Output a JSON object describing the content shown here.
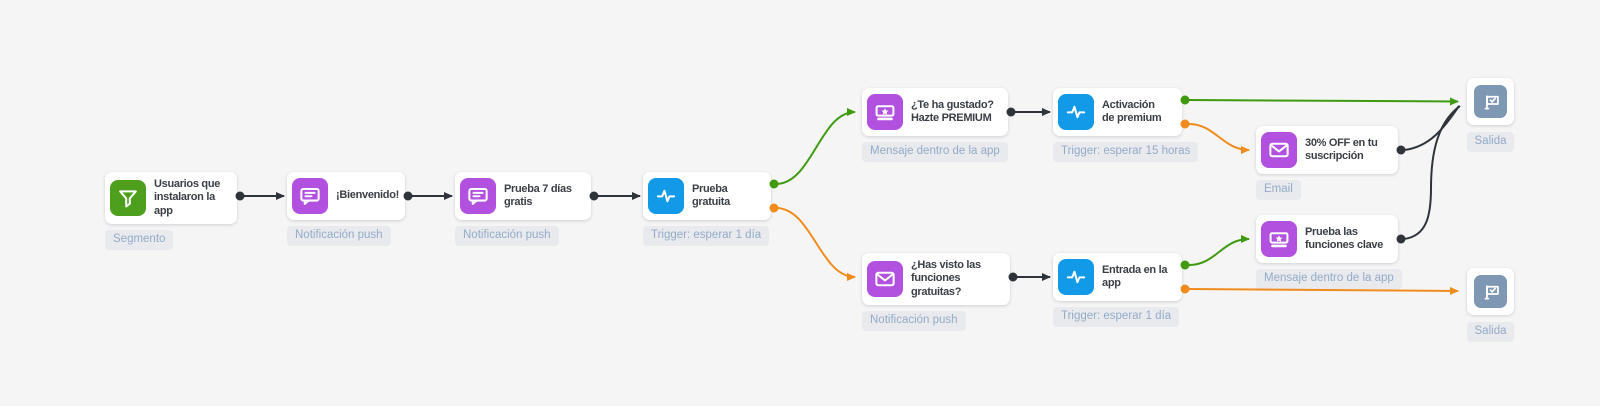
{
  "palette": {
    "page_bg": "#f5f5f6",
    "card_bg": "#ffffff",
    "title_color": "#3a3f45",
    "badge_bg": "#e9eaee",
    "badge_text": "#93abc6",
    "icon_green": "#4d9f1d",
    "icon_purple": "#b250e0",
    "icon_blue": "#129ae9",
    "icon_slate": "#7e97b2",
    "connector_dark": "#2f343a",
    "connector_green": "#3f9a11",
    "connector_orange": "#f08c1e"
  },
  "nodes": [
    {
      "id": "usuarios-instalaron",
      "title": "Usuarios que\ninstalaron la\napp",
      "badge": "Segmento",
      "icon": "filter-icon"
    },
    {
      "id": "bienvenido",
      "title": "¡Bienvenido!",
      "badge": "Notificación push",
      "icon": "push-notification-icon"
    },
    {
      "id": "prueba-7-dias",
      "title": "Prueba 7 días\ngratis",
      "badge": "Notificación push",
      "icon": "push-notification-icon"
    },
    {
      "id": "prueba-gratuita",
      "title": "Prueba\ngratuita",
      "badge": "Trigger: esperar 1 día",
      "icon": "trigger-icon"
    },
    {
      "id": "te-ha-gustado-premium",
      "title": "¿Te ha gustado?\nHazte PREMIUM",
      "badge": "Mensaje dentro de la app",
      "icon": "in-app-message-icon"
    },
    {
      "id": "activacion-premium",
      "title": "Activación\nde premium",
      "badge": "Trigger: esperar 15 horas",
      "icon": "trigger-icon"
    },
    {
      "id": "descuento-30-off",
      "title": "30% OFF en tu\nsuscripción",
      "badge": "Email",
      "icon": "email-icon"
    },
    {
      "id": "salida-superior",
      "title": "",
      "badge": "Salida",
      "icon": "exit-flag-icon"
    },
    {
      "id": "has-visto-funciones",
      "title": "¿Has visto las\nfunciones\ngratuitas?",
      "badge": "Notificación push",
      "icon": "email-icon"
    },
    {
      "id": "entrada-app",
      "title": "Entrada en la\napp",
      "badge": "Trigger: esperar 1 día",
      "icon": "trigger-icon"
    },
    {
      "id": "prueba-funciones-clave",
      "title": "Prueba las\nfunciones clave",
      "badge": "Mensaje dentro de la app",
      "icon": "in-app-message-icon"
    },
    {
      "id": "salida-inferior",
      "title": "",
      "badge": "Salida",
      "icon": "exit-flag-icon"
    }
  ],
  "connections": [
    {
      "from": "usuarios-instalaron",
      "to": "bienvenido",
      "color": "dark"
    },
    {
      "from": "bienvenido",
      "to": "prueba-7-dias",
      "color": "dark"
    },
    {
      "from": "prueba-7-dias",
      "to": "prueba-gratuita",
      "color": "dark"
    },
    {
      "from": "prueba-gratuita",
      "to": "te-ha-gustado-premium",
      "color": "green"
    },
    {
      "from": "prueba-gratuita",
      "to": "has-visto-funciones",
      "color": "orange"
    },
    {
      "from": "te-ha-gustado-premium",
      "to": "activacion-premium",
      "color": "dark"
    },
    {
      "from": "activacion-premium",
      "to": "salida-superior",
      "color": "green"
    },
    {
      "from": "activacion-premium",
      "to": "descuento-30-off",
      "color": "orange"
    },
    {
      "from": "descuento-30-off",
      "to": "salida-superior",
      "color": "dark"
    },
    {
      "from": "has-visto-funciones",
      "to": "entrada-app",
      "color": "dark"
    },
    {
      "from": "entrada-app",
      "to": "prueba-funciones-clave",
      "color": "green"
    },
    {
      "from": "entrada-app",
      "to": "salida-inferior",
      "color": "orange"
    },
    {
      "from": "prueba-funciones-clave",
      "to": "salida-superior",
      "color": "dark"
    }
  ]
}
